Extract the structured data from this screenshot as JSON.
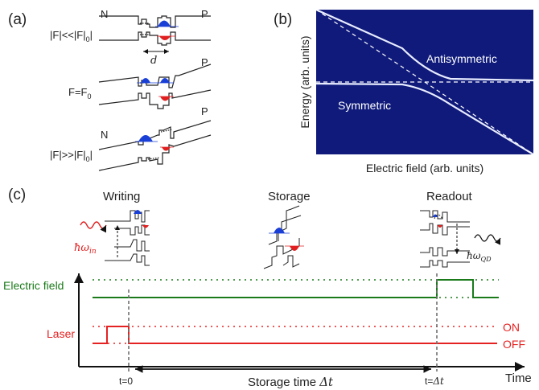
{
  "panel_a": {
    "label": "(a)",
    "row1": {
      "left": "N",
      "right": "P",
      "condition": "|F|<<|F|",
      "cond_sub": "0",
      "distance": "d"
    },
    "row2": {
      "right": "P",
      "condition": "F=F",
      "cond_sub": "0"
    },
    "row3": {
      "left": "N",
      "right": "P",
      "condition": "|F|>>|F|",
      "cond_sub": "0"
    }
  },
  "panel_b": {
    "label": "(b)",
    "ylabel": "Energy (arb. units)",
    "xlabel": "Electric field (arb. units)",
    "curve_upper": "Antisymmetric",
    "curve_lower": "Symmetric",
    "colors": {
      "background": "#0f1a7a",
      "curve": "#e8ecff"
    }
  },
  "panel_c": {
    "label": "(c)",
    "stage_writing": "Writing",
    "stage_storage": "Storage",
    "stage_readout": "Readout",
    "photon_in_main": "ħω",
    "photon_in_sub": "in",
    "photon_out_main": "ħω",
    "photon_out_sub": "QD",
    "trace_field": "Electric field",
    "trace_laser": "Laser",
    "laser_on": "ON",
    "laser_off": "OFF",
    "time_axis": "Time",
    "t_start": "t=0",
    "t_end_prefix": "t=",
    "t_end_var": "Δt",
    "storage_prefix": "Storage time ",
    "storage_var": "Δt",
    "colors": {
      "field": "#1a7a1a",
      "laser": "#e52222",
      "electron": "#1a3fd6",
      "hole": "#e02020",
      "marker": "#707070"
    }
  }
}
